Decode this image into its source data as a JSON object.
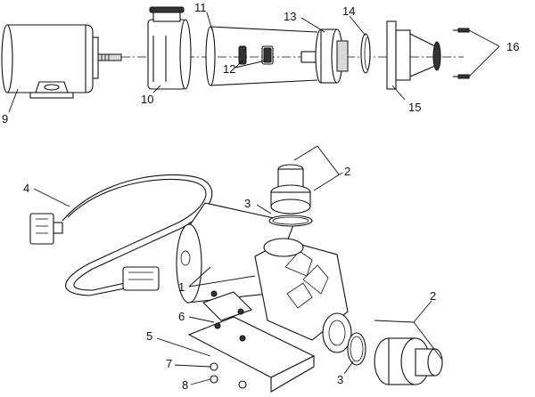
{
  "callouts": [
    {
      "id": "c9",
      "label": "9"
    },
    {
      "id": "c10",
      "label": "10"
    },
    {
      "id": "c11",
      "label": "11"
    },
    {
      "id": "c12",
      "label": "12"
    },
    {
      "id": "c13",
      "label": "13"
    },
    {
      "id": "c14",
      "label": "14"
    },
    {
      "id": "c15",
      "label": "15"
    },
    {
      "id": "c16",
      "label": "16"
    },
    {
      "id": "c4",
      "label": "4"
    },
    {
      "id": "c2a",
      "label": "2"
    },
    {
      "id": "c3a",
      "label": "3"
    },
    {
      "id": "c1",
      "label": "1"
    },
    {
      "id": "c6",
      "label": "6"
    },
    {
      "id": "c5",
      "label": "5"
    },
    {
      "id": "c7",
      "label": "7"
    },
    {
      "id": "c8",
      "label": "8"
    },
    {
      "id": "c3b",
      "label": "3"
    },
    {
      "id": "c2b",
      "label": "2"
    }
  ]
}
